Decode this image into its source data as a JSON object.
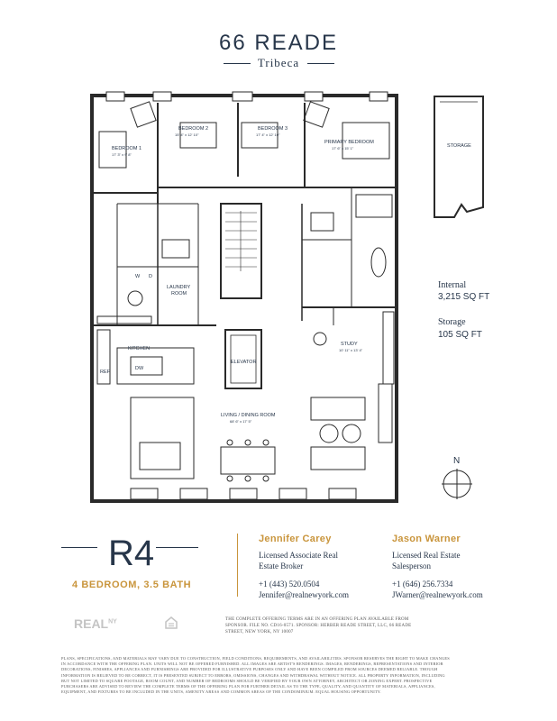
{
  "header": {
    "title": "66 READE",
    "subtitle": "Tribeca"
  },
  "rooms": {
    "bedroom1": {
      "name": "BEDROOM 1",
      "dim": "17' 3\" x 9' 8\""
    },
    "bedroom2": {
      "name": "BEDROOM 2",
      "dim": "15' 4\" x 12' 10\""
    },
    "bedroom3": {
      "name": "BEDROOM 3",
      "dim": "17' 4\" x 12' 10\""
    },
    "primary": {
      "name": "PRIMARY BEDROOM",
      "dim": "17' 6\" x 15' 1\""
    },
    "storage": {
      "name": "STORAGE"
    },
    "laundry": {
      "name1": "LAUNDRY",
      "name2": "ROOM",
      "w": "W",
      "d": "D"
    },
    "kitchen": {
      "name": "KITCHEN",
      "ref": "REF",
      "dw": "DW"
    },
    "elevator": {
      "name": "ELEVATOR"
    },
    "study": {
      "name": "STUDY",
      "dim": "10' 11\" x 13' 4\""
    },
    "living": {
      "name": "LIVING / DINING ROOM",
      "dim": "68' 6\" x 17' 5\""
    },
    "compass": "N"
  },
  "stats": {
    "internal_label": "Internal",
    "internal_value": "3,215 SQ FT",
    "storage_label": "Storage",
    "storage_value": "105 SQ FT"
  },
  "unit": {
    "name": "R4",
    "beds": "4 BEDROOM, 3.5 BATH"
  },
  "agents": [
    {
      "name": "Jennifer Carey",
      "title1": "Licensed Associate Real",
      "title2": "Estate Broker",
      "phone": "+1 (443) 520.0504",
      "email": "Jennifer@realnewyork.com"
    },
    {
      "name": "Jason Warner",
      "title1": "Licensed Real Estate",
      "title2": "Salesperson",
      "phone": "+1 (646) 256.7334",
      "email": "JWarner@realnewyork.com"
    }
  ],
  "footer": {
    "logo": "REAL",
    "logo_sup": "NY",
    "offering_1": "THE COMPLETE OFFERING TERMS ARE IN AN OFFERING PLAN AVAILABLE FROM",
    "offering_2": "SPONSOR. FILE NO. CD16-0571. SPONSOR: HERBER READE STREET, LLC, 66 READE",
    "offering_3": "STREET, NEW YORK, NY 10007",
    "legal_1": "PLANS, SPECIFICATIONS, AND MATERIALS MAY VARY DUE TO CONSTRUCTION, FIELD CONDITIONS, REQUIREMENTS, AND AVAILABILITIES. SPONSOR RESERVES THE RIGHT TO MAKE CHANGES",
    "legal_2": "IN ACCORDANCE WITH THE OFFERING PLAN. UNITS WILL NOT BE OFFERED FURNISHED. ALL IMAGES ARE ARTIST'S RENDERINGS. IMAGES, RENDERINGS, REPRESENTATIONS AND INTERIOR",
    "legal_3": "DECORATIONS, FINISHES, APPLIANCES AND FURNISHINGS ARE PROVIDED FOR ILLUSTRATIVE PURPOSES ONLY AND HAVE BEEN COMPILED FROM SOURCES DEEMED RELIABLE. THOUGH",
    "legal_4": "INFORMATION IS BELIEVED TO BE CORRECT, IT IS PRESENTED SUBJECT TO ERRORS, OMISSIONS, CHANGES AND WITHDRAWAL WITHOUT NOTICE. ALL PROPERTY INFORMATION, INCLUDING",
    "legal_5": "BUT NOT LIMITED TO SQUARE FOOTAGE, ROOM COUNT, AND NUMBER OF BEDROOMS SHOULD BE VERIFIED BY YOUR OWN ATTORNEY, ARCHITECT OR ZONING EXPERT. PROSPECTIVE",
    "legal_6": "PURCHASERS ARE ADVISED TO REVIEW THE COMPLETE TERMS OF THE OFFERING PLAN FOR FURTHER DETAIL AS TO THE TYPE, QUALITY, AND QUANTITY OF MATERIALS, APPLIANCES,",
    "legal_7": "EQUIPMENT, AND FIXTURES TO BE INCLUDED IN THE UNITS, AMENITY AREAS AND COMMON AREAS OF THE CONDOMINIUM. EQUAL HOUSING OPPORTUNITY."
  }
}
